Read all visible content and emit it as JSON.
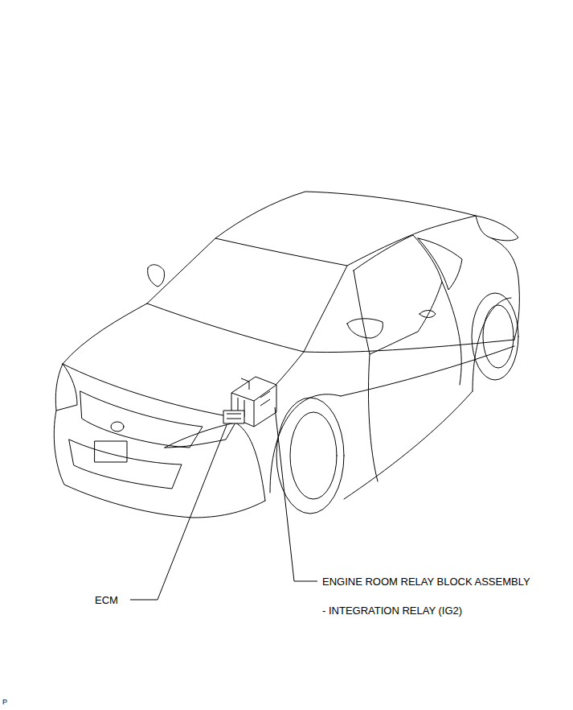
{
  "diagram": {
    "labels": [
      "ECM",
      "ENGINE ROOM RELAY BLOCK ASSEMBLY",
      "- INTEGRATION RELAY (IG2)",
      "P"
    ]
  }
}
